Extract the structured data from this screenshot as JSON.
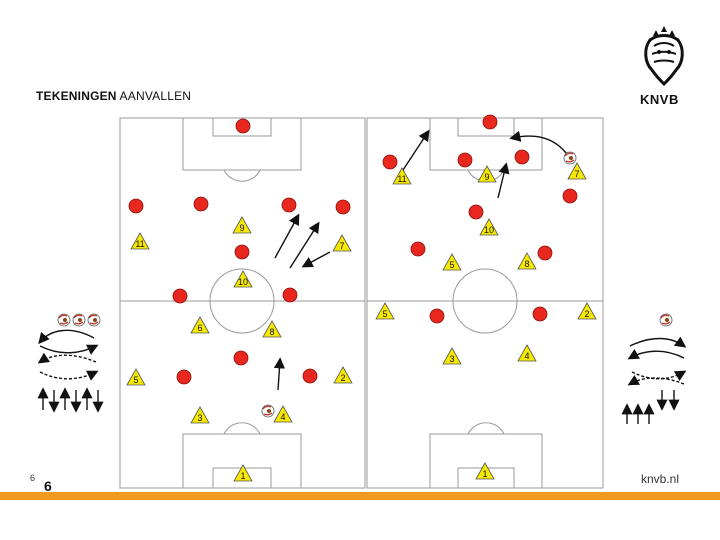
{
  "header": {
    "title_bold": "TEKENINGEN",
    "title_rest": " AANVALLEN",
    "brand": "KNVB",
    "brand_color": "#f39a1e"
  },
  "footer": {
    "site": "knvb.nl",
    "page_small": "6",
    "page_big": "6"
  },
  "legend": {
    "ball_icon": "football-icon",
    "arrows": [
      "curved-pass-arrow",
      "dashed-run-arrow",
      "straight-run-arrow"
    ]
  },
  "left_pitch": {
    "attackers": [
      "1",
      "11",
      "7",
      "10",
      "9",
      "6",
      "8",
      "3",
      "4",
      "5",
      "2"
    ],
    "defenders": [
      "",
      "",
      "",
      "",
      "",
      "",
      "",
      "",
      "",
      "",
      "",
      ""
    ]
  },
  "right_pitch": {
    "attackers": [
      "11",
      "9",
      "7",
      "10",
      "5",
      "8",
      "5",
      "2",
      "3",
      "4",
      "1"
    ],
    "defenders": [
      "",
      "",
      "",
      "",
      "",
      "",
      "",
      "",
      "",
      "",
      "",
      ""
    ]
  }
}
